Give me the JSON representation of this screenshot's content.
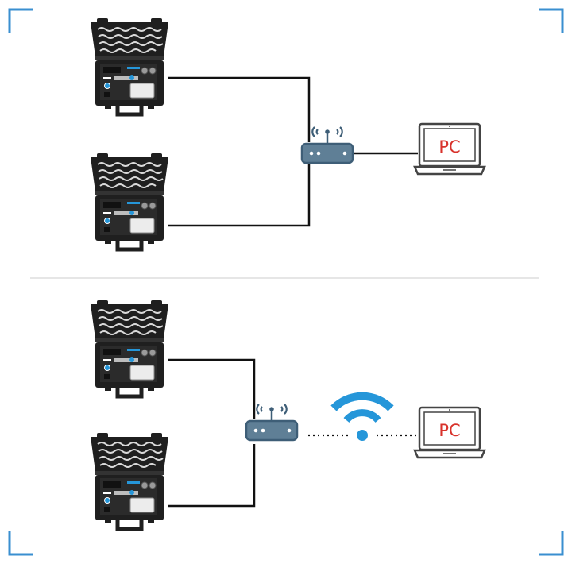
{
  "colors": {
    "corner_marks": "#3a8fd0",
    "router_fill": "#5f7f96",
    "router_stroke": "#3e5e77",
    "wifi": "#2596d9",
    "pc_label": "#d8322b",
    "cable": "#111111",
    "divider": "#cccccc",
    "case_body": "#1f1f1f"
  },
  "icons": {
    "device": "field-case-device-icon",
    "router": "router-icon",
    "laptop": "laptop-icon",
    "wifi": "wifi-icon",
    "signal": "antenna-signal-icon"
  },
  "top_setup": {
    "connection": "wired",
    "pc_label": "PC"
  },
  "bottom_setup": {
    "connection": "wireless",
    "pc_label": "PC"
  }
}
